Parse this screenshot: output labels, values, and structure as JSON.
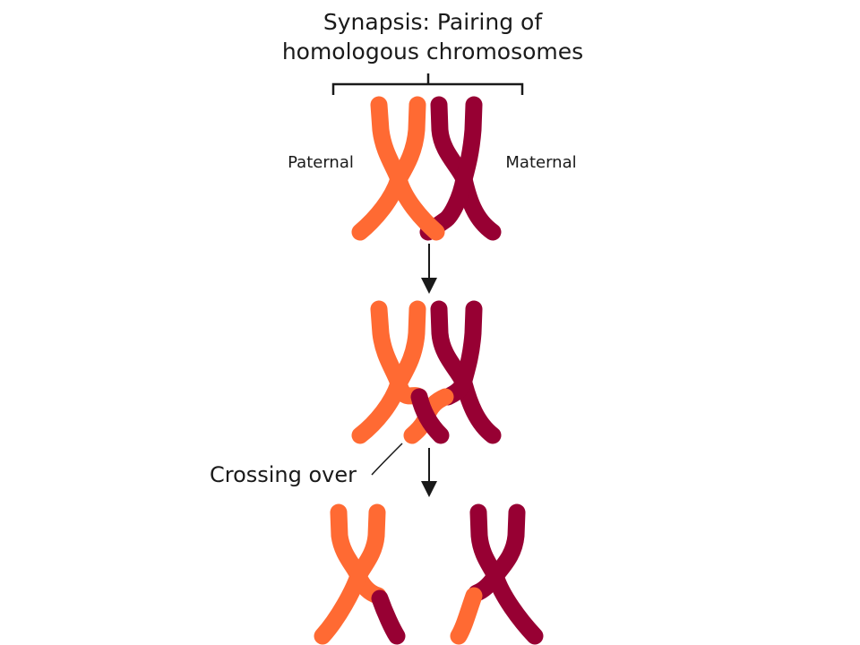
{
  "title": {
    "line1": "Synapsis: Pairing of",
    "line2": "homologous chromosomes"
  },
  "labels": {
    "paternal": "Paternal",
    "maternal": "Maternal",
    "crossing_over": "Crossing over"
  },
  "colors": {
    "paternal": "#ff6a33",
    "maternal": "#970033",
    "line": "#1a1a1a",
    "background": "#ffffff"
  },
  "stages": [
    "synapsis",
    "crossing-over",
    "recombinant-chromosomes"
  ]
}
